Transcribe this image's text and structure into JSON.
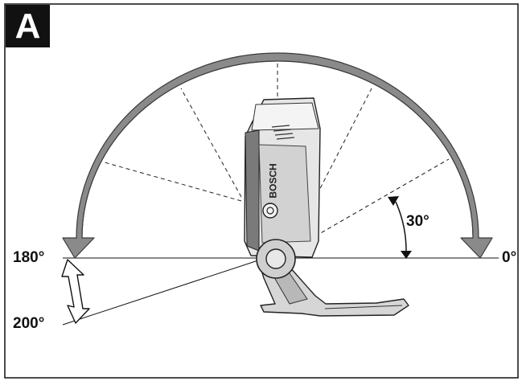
{
  "figure": {
    "badge": "A",
    "angle_labels": {
      "deg_180": "180°",
      "deg_0": "0°",
      "deg_30": "30°",
      "deg_200": "200°"
    },
    "brand": "BOSCH"
  },
  "colors": {
    "arrow_fill": "#8a8a8a",
    "arrow_stroke": "#3a3a3a",
    "lamp_light": "#e6e6e6",
    "lamp_mid": "#bdbdbd",
    "lamp_dark": "#7a7a7a",
    "ink": "#111111"
  }
}
